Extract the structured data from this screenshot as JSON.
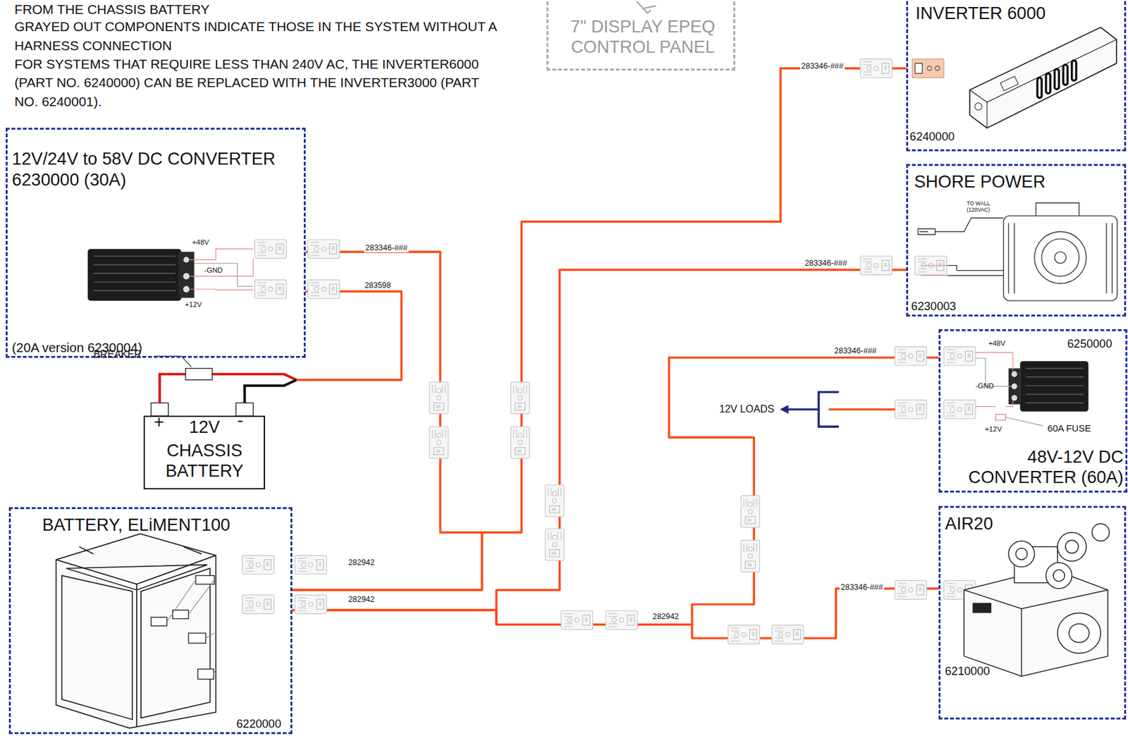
{
  "diagram": {
    "nodes": [
      {
        "text": [
          "12V/24V to 58V DC CONVERTER 6230000 (30A)",
          "(20A version 6230004)"
        ]
      },
      {
        "text": [
          "7\" DISPLAY EPEQ CONTROL PANEL"
        ]
      },
      {
        "text": [
          "INVERTER 6000",
          "6240000"
        ]
      },
      {
        "text": [
          "SHORE POWER",
          "6230003"
        ]
      },
      {
        "text": [
          "6250000",
          "48V-12V DC CONVERTER (60A)"
        ]
      },
      {
        "text": [
          "AIR20",
          "6210000"
        ]
      },
      {
        "text": [
          "BATTERY, ELiMENT100",
          "6220000"
        ]
      },
      {
        "text": [
          "12V",
          "CHASSIS BATTERY"
        ]
      }
    ],
    "edges": [
      {
        "from": 6,
        "to": 0,
        "arrow": "none",
        "label": "283346-###"
      },
      {
        "from": 6,
        "to": 2,
        "arrow": "none",
        "label": "283346-###"
      },
      {
        "from": 6,
        "to": 3,
        "arrow": "none",
        "label": "283346-###"
      },
      {
        "from": 6,
        "to": 4,
        "arrow": "none",
        "label": "283346-###"
      },
      {
        "from": 6,
        "to": 5,
        "arrow": "none",
        "label": "283346-###"
      },
      {
        "from": 0,
        "to": 7,
        "arrow": "none",
        "label": "283598"
      }
    ],
    "labels": [
      "FROM THE CHASSIS BATTERY",
      "GRAYED OUT COMPONENTS INDICATE THOSE IN THE SYSTEM WITHOUT A HARNESS CONNECTION",
      "FOR SYSTEMS THAT REQUIRE LESS THAN 240V AC, THE INVERTER6000 (PART NO. 6240000) CAN BE REPLACED WITH THE INVERTER3000 (PART NO. 6240001).",
      "+48V",
      "-GND",
      "+12V",
      "BREAKER",
      "+",
      "-",
      "TO WALL (120VAC)",
      "12V LOADS",
      "+48V",
      "-GND",
      "+12V",
      "60A FUSE",
      "282942",
      "282942",
      "282942"
    ]
  }
}
